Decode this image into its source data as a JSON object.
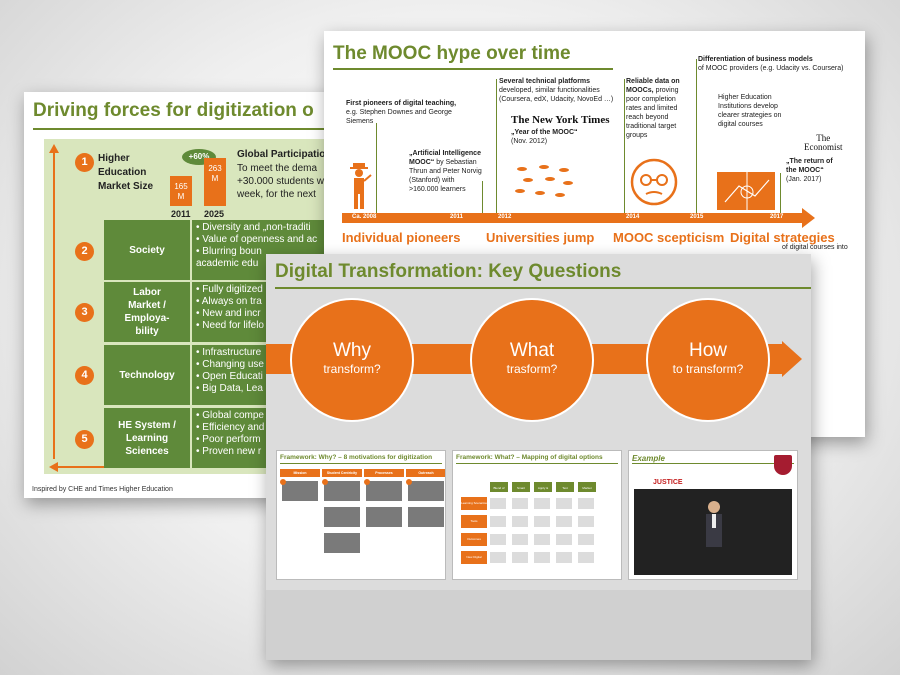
{
  "slide1": {
    "title": "Driving forces for digitization o",
    "market": {
      "num": "1",
      "label": "Higher\nEducation\nMarket Size",
      "growth": "+60%",
      "bar1": "165 M",
      "bar2": "263 M",
      "year1": "2011",
      "year2": "2025",
      "gp_title": "Global Participatio",
      "gp_lines": [
        "To meet the dema",
        "+30.000 students w",
        "week, for the next"
      ]
    },
    "rows": [
      {
        "num": "2",
        "label": "Society",
        "bullets": [
          "• Diversity and „non-traditi",
          "• Value of openness and ac",
          "• Blurring boun",
          "  academic edu"
        ]
      },
      {
        "num": "3",
        "label": "Labor Market / Employa-bility",
        "bullets": [
          "• Fully digitized",
          "• Always on tra",
          "• New and incr",
          "• Need for lifelo"
        ]
      },
      {
        "num": "4",
        "label": "Technology",
        "bullets": [
          "• Infrastructure",
          "• Changing use",
          "• Open Educati",
          "• Big Data, Lea"
        ]
      },
      {
        "num": "5",
        "label": "HE System / Learning Sciences",
        "bullets": [
          "• Global compe",
          "• Efficiency and",
          "• Poor perform",
          "• Proven new r"
        ]
      }
    ],
    "footer": "Inspired by CHE and Times Higher Education"
  },
  "slide2": {
    "title": "The MOOC hype over time",
    "notes": [
      {
        "bold": "First pioneers of digital teaching,",
        "text": "e.g. Stephen Downes and George\nSiemens"
      },
      {
        "bold": "„Artificial Intelligence\nMOOC“",
        "text": " by Sebastian\nThrun and Peter Norvig\n(Stanford) with\n>160.000 learners"
      },
      {
        "bold": "Several technical platforms",
        "text": "developed, similar functionalities\n(Coursera, edX, Udacity, NovoEd …)"
      },
      {
        "bold": "„Year of the MOOC“",
        "text": "(Nov. 2012)"
      },
      {
        "bold": "Reliable data on\nMOOCs,",
        "text": " proving\npoor completion\nrates and limited\nreach beyond\ntraditional target\ngroups"
      },
      {
        "bold": "Differentiation of business models",
        "text": "of MOOC providers (e.g. Udacity vs. Coursera)"
      },
      {
        "bold": "",
        "text": "Higher Education\nInstitutions develop\nclearer strategies on\ndigital courses"
      },
      {
        "bold": "„The return of\nthe MOOC“",
        "text": "(Jan. 2017)"
      }
    ],
    "nyt": "The New York Times",
    "economist": "The\nEconomist",
    "ticks": [
      "Ca. 2008",
      "2011",
      "2012",
      "2014",
      "2015",
      "2017"
    ],
    "phases": [
      "Individual pioneers",
      "Universities jump",
      "MOOC scepticism",
      "Digital strategies"
    ],
    "cut_text": "of digital courses into"
  },
  "slide3": {
    "title": "Digital Transformation: Key Questions",
    "circles": [
      {
        "big": "Why",
        "small": "transform?"
      },
      {
        "big": "What",
        "small": "trasform?"
      },
      {
        "big": "How",
        "small": "to transform?"
      }
    ],
    "thumbs": {
      "why_title": "Framework: Why? – 8 motivations for digitization",
      "why_headers": [
        "Mission",
        "Student Centricity",
        "Processes",
        "Outreach"
      ],
      "what_title": "Framework: What? – Mapping of digital options",
      "what_tabs": [
        "Blend of Uses",
        "Smart",
        "Apply & Flexible",
        "Text",
        "Market"
      ],
      "what_side": [
        "Learning Scenarios",
        "Tools",
        "Outcomes",
        "New Digital Offerings"
      ],
      "example_title": "Example",
      "justice": "JUSTICE"
    }
  },
  "colors": {
    "green": "#6e8a2e",
    "orange": "#e8711a",
    "panel": "#d9e6bd"
  }
}
